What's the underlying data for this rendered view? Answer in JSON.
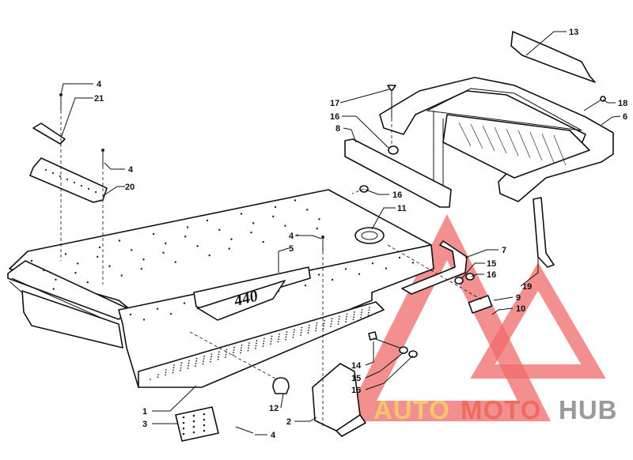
{
  "diagram": {
    "callouts": [
      {
        "id": "c4a",
        "text": "4"
      },
      {
        "id": "c21",
        "text": "21"
      },
      {
        "id": "c4b",
        "text": "4"
      },
      {
        "id": "c20",
        "text": "20"
      },
      {
        "id": "c13",
        "text": "13"
      },
      {
        "id": "c17",
        "text": "17"
      },
      {
        "id": "c16a",
        "text": "16"
      },
      {
        "id": "c8",
        "text": "8"
      },
      {
        "id": "c18",
        "text": "18"
      },
      {
        "id": "c6",
        "text": "6"
      },
      {
        "id": "c16b",
        "text": "16"
      },
      {
        "id": "c11",
        "text": "11"
      },
      {
        "id": "c4c",
        "text": "4"
      },
      {
        "id": "c5",
        "text": "5"
      },
      {
        "id": "c7",
        "text": "7"
      },
      {
        "id": "c15a",
        "text": "15"
      },
      {
        "id": "c16c",
        "text": "16"
      },
      {
        "id": "c19",
        "text": "19"
      },
      {
        "id": "c9",
        "text": "9"
      },
      {
        "id": "c10",
        "text": "10"
      },
      {
        "id": "c14",
        "text": "14"
      },
      {
        "id": "c15b",
        "text": "15"
      },
      {
        "id": "c16d",
        "text": "16"
      },
      {
        "id": "c1",
        "text": "1"
      },
      {
        "id": "c12",
        "text": "12"
      },
      {
        "id": "c3",
        "text": "3"
      },
      {
        "id": "c2",
        "text": "2"
      },
      {
        "id": "c4d",
        "text": "4"
      }
    ],
    "emblem_text": "440"
  },
  "watermark": {
    "part1": "AUTO",
    "part2": "MOTO",
    "part3": "HUB",
    "color_outline": "#f06a6a",
    "color_auto": "#f5c76a",
    "color_moto": "#ee6c5f",
    "color_hub": "#9a9a9a"
  }
}
